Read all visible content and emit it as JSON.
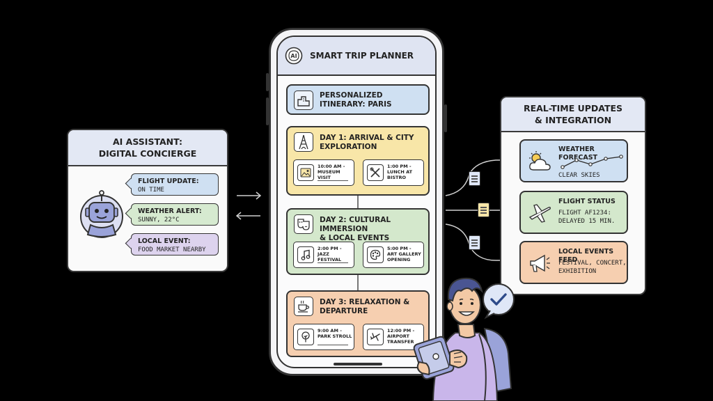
{
  "assistant": {
    "title_line1": "AI ASSISTANT:",
    "title_line2": "DIGITAL CONCIERGE",
    "bubbles": [
      {
        "title": "FLIGHT UPDATE:",
        "text": "ON TIME",
        "color": "#cfe0f2"
      },
      {
        "title": "WEATHER ALERT:",
        "text": "SUNNY, 22°C",
        "color": "#d6ead0"
      },
      {
        "title": "LOCAL EVENT:",
        "text": "FOOD MARKET NEARBY",
        "color": "#ddd3ee"
      }
    ]
  },
  "app": {
    "title": "SMART TRIP PLANNER",
    "itinerary_line1": "PERSONALIZED",
    "itinerary_line2": "ITINERARY: PARIS",
    "days": [
      {
        "title_line1": "DAY 1: ARRIVAL & CITY",
        "title_line2": "EXPLORATION",
        "color": "#f8e6a8",
        "activities": [
          {
            "line1": "10:00 AM -",
            "line2": "MUSEUM VISIT",
            "icon": "image-icon"
          },
          {
            "line1": "1:00 PM -",
            "line2": "LUNCH AT",
            "line3": "BISTRO",
            "icon": "utensils-icon"
          }
        ]
      },
      {
        "title_line1": "DAY 2: CULTURAL IMMERSION",
        "title_line2": "& LOCAL EVENTS",
        "color": "#d4e8cc",
        "activities": [
          {
            "line1": "2:00 PM -",
            "line2": "JAZZ FESTIVAL",
            "icon": "music-note-icon"
          },
          {
            "line1": "5:00 PM -",
            "line2": "ART GALLERY",
            "line3": "OPENING",
            "icon": "palette-icon"
          }
        ]
      },
      {
        "title_line1": "DAY 3: RELAXATION &",
        "title_line2": "DEPARTURE",
        "color": "#f6cfb0",
        "activities": [
          {
            "line1": "9:00 AM -",
            "line2": "PARK STROLL",
            "icon": "tree-icon"
          },
          {
            "line1": "12:00 PM -",
            "line2": "AIRPORT",
            "line3": "TRANSFER",
            "icon": "airplane-icon"
          }
        ]
      }
    ]
  },
  "updates": {
    "title_line1": "REAL-TIME UPDATES",
    "title_line2": "& INTEGRATION",
    "cards": [
      {
        "title": "WEATHER FORECAST",
        "text": "CLEAR SKIES",
        "color": "#cfe0f2",
        "icon": "sun-cloud-icon"
      },
      {
        "title": "FLIGHT STATUS",
        "text_line1": "FLIGHT AF1234:",
        "text_line2": "DELAYED 15 MIN.",
        "color": "#d4e8cc",
        "icon": "airplane-icon"
      },
      {
        "title": "LOCAL EVENTS FEED",
        "text_line1": "FESTIVAL, CONCERT,",
        "text_line2": "EXHIBITION",
        "color": "#f6cfb0",
        "icon": "megaphone-icon"
      }
    ]
  }
}
